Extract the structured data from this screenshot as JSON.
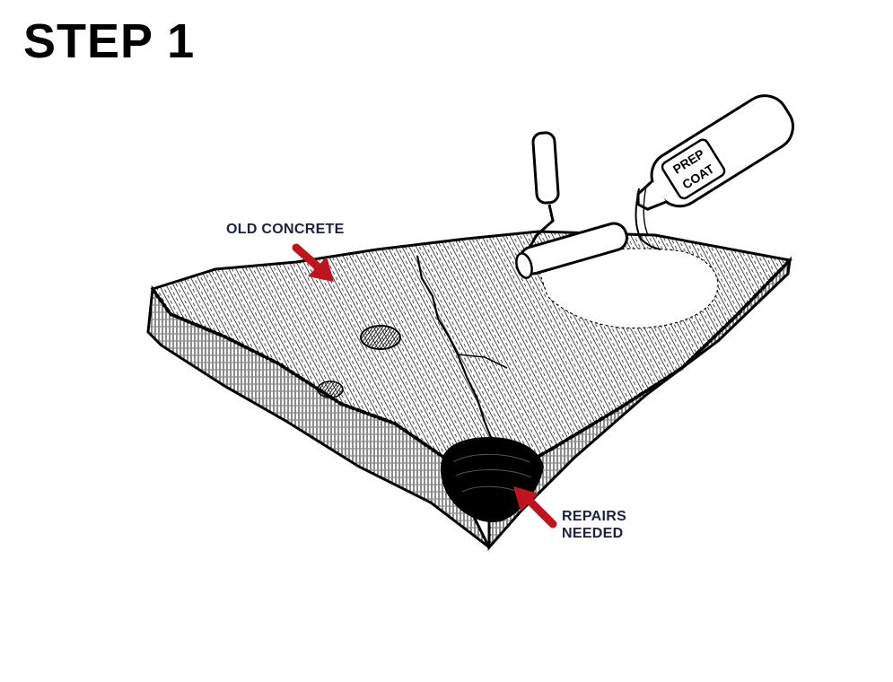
{
  "title": "STEP 1",
  "callouts": {
    "old_concrete": "OLD CONCRETE",
    "repairs_line1": "REPAIRS",
    "repairs_line2": "NEEDED"
  },
  "can_label": {
    "line1": "PREP",
    "line2": "COAT"
  },
  "colors": {
    "ink": "#000000",
    "arrow": "#c0141c",
    "callout_text": "#1b1f4a",
    "background": "#ffffff"
  },
  "icons": {
    "arrow_old_concrete": "red-arrow-icon",
    "arrow_repairs": "red-arrow-icon",
    "roller": "paint-roller-icon",
    "can": "prep-coat-bottle-icon"
  }
}
